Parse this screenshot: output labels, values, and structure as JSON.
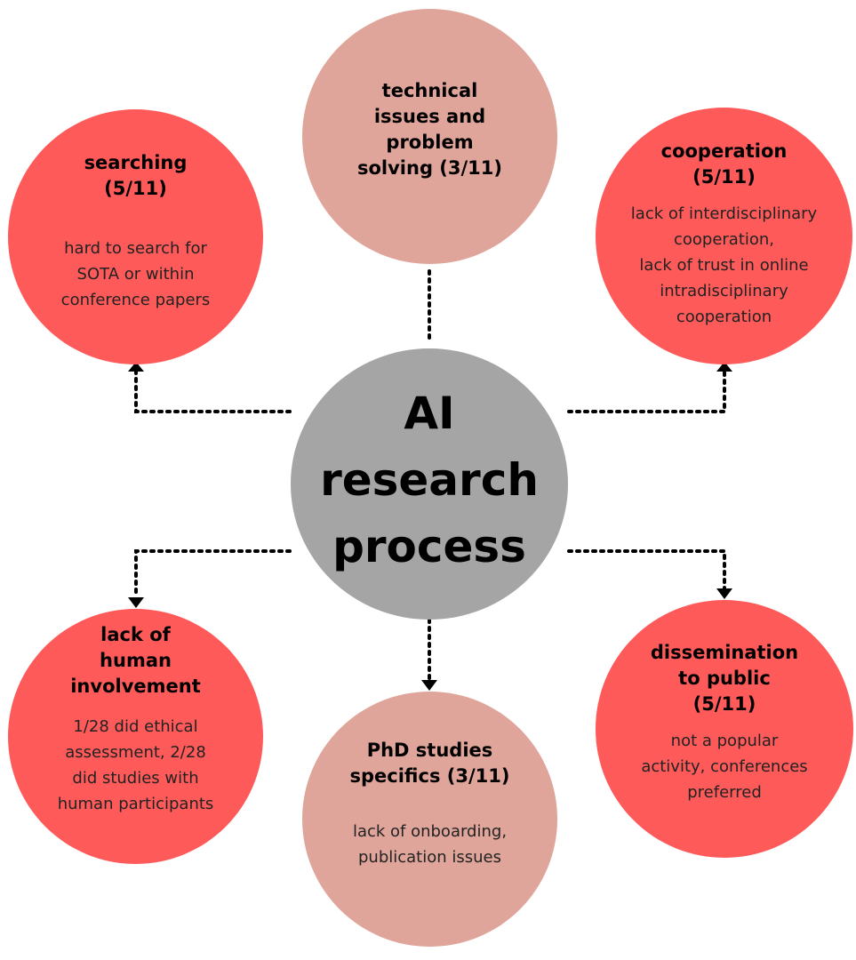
{
  "colors": {
    "red_node": "#ff5a5a",
    "rose_node": "#e0a59a",
    "center_node": "#a6a5a5",
    "connector": "#000000"
  },
  "center": {
    "title": "AI\nresearch\nprocess"
  },
  "nodes": {
    "searching": {
      "title": "searching\n(5/11)",
      "body": "hard to search for\nSOTA or within\nconference papers"
    },
    "technical": {
      "title": "technical\nissues and\nproblem\nsolving (3/11)"
    },
    "cooperation": {
      "title": "cooperation\n(5/11)",
      "body": "lack of interdisciplinary\ncooperation,\nlack of trust in online\nintradisciplinary\ncooperation"
    },
    "human": {
      "title": "lack of\nhuman\ninvolvement",
      "body": "1/28 did ethical\nassessment, 2/28\ndid studies with\nhuman participants"
    },
    "phd": {
      "title": "PhD studies\nspecifics (3/11)",
      "body": "lack of onboarding,\npublication issues"
    },
    "dissemination": {
      "title": "dissemination\nto public\n(5/11)",
      "body": "not a popular\nactivity, conferences\npreferred"
    }
  }
}
